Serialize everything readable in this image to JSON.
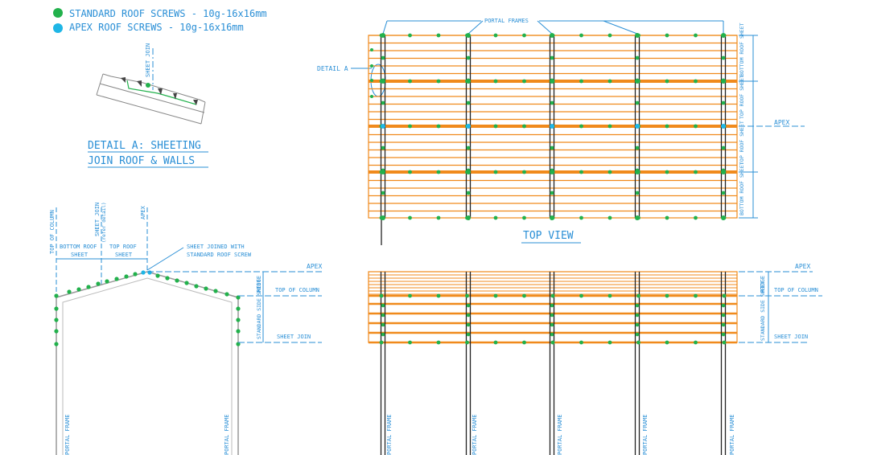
{
  "legend": {
    "standard": "STANDARD ROOF SCREWS - 10g-16x16mm",
    "apex": "APEX ROOF SCREWS - 10g-16x16mm"
  },
  "detail_a": {
    "sheet_join": "SHEET JOIN",
    "title_line1": "DETAIL A: SHEETING",
    "title_line2": "JOIN ROOF & WALLS"
  },
  "section": {
    "top_of_column": "TOP OF COLUMN",
    "sheet_join_refer": "SHEET JOIN",
    "refer_detail": "(refer detail)",
    "apex": "APEX",
    "bottom_roof": "BOTTOM ROOF",
    "top_roof": "TOP ROOF",
    "sheet": "SHEET",
    "note_line1": "SHEET JOINED WITH",
    "note_line2": "STANDARD ROOF SCREW",
    "apex_right": "APEX",
    "ridge": "RIDGE",
    "top_of_column_right": "TOP OF COLUMN",
    "standard_side_sheet": "STANDARD SIDE SHEET",
    "sheet_join_right": "SHEET JOIN",
    "portal_frame": "PORTAL FRAME"
  },
  "top_view": {
    "portal_frames": "PORTAL FRAMES",
    "detail_a": "DETAIL A",
    "apex": "APEX",
    "title": "TOP VIEW",
    "bottom_roof_sheet": "BOTTOM ROOF SHEET",
    "top_roof_sheet": "TOP ROOF SHEET"
  },
  "elevation": {
    "apex": "APEX",
    "ridge": "RIDGE",
    "top_of_column": "TOP OF COLUMN",
    "standard_side_sheet": "STANDARD SIDE SHEET",
    "sheet_join": "SHEET JOIN",
    "portal_frame": "PORTAL FRAME"
  },
  "colors": {
    "text": "#2a8fd6",
    "purlin": "#f08a1c",
    "standard_screw": "#22b14c",
    "apex_screw": "#1fb6e6",
    "frame": "#222222"
  }
}
